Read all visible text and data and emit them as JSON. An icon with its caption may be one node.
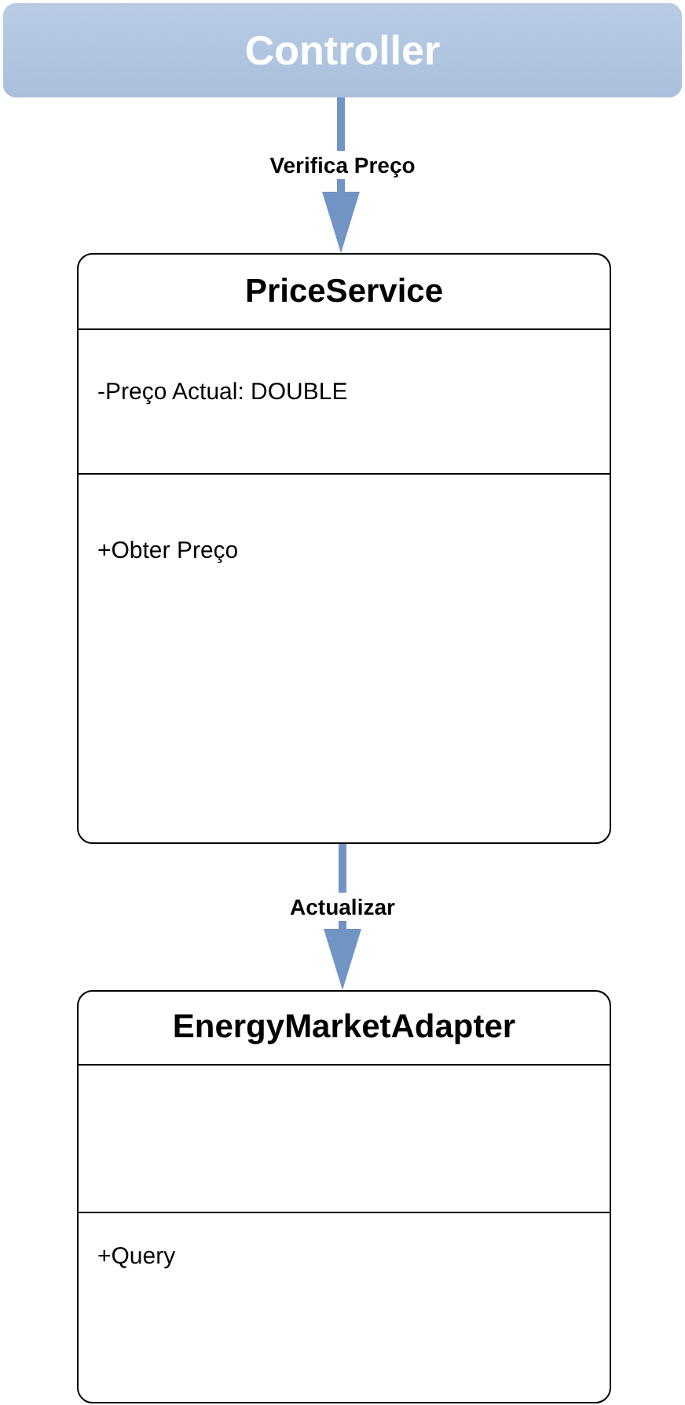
{
  "diagram": {
    "nodes": [
      {
        "text": [
          "Controller"
        ]
      },
      {
        "text": [
          "PriceService",
          "-Preço Actual: DOUBLE",
          "+Obter Preço"
        ]
      },
      {
        "text": [
          "EnergyMarketAdapter",
          "+Query"
        ]
      }
    ],
    "edges": [
      {
        "from": 0,
        "to": 1,
        "arrow": "to",
        "label": "Verifica Preço"
      },
      {
        "from": 1,
        "to": 2,
        "arrow": "to",
        "label": "Actualizar"
      }
    ]
  }
}
